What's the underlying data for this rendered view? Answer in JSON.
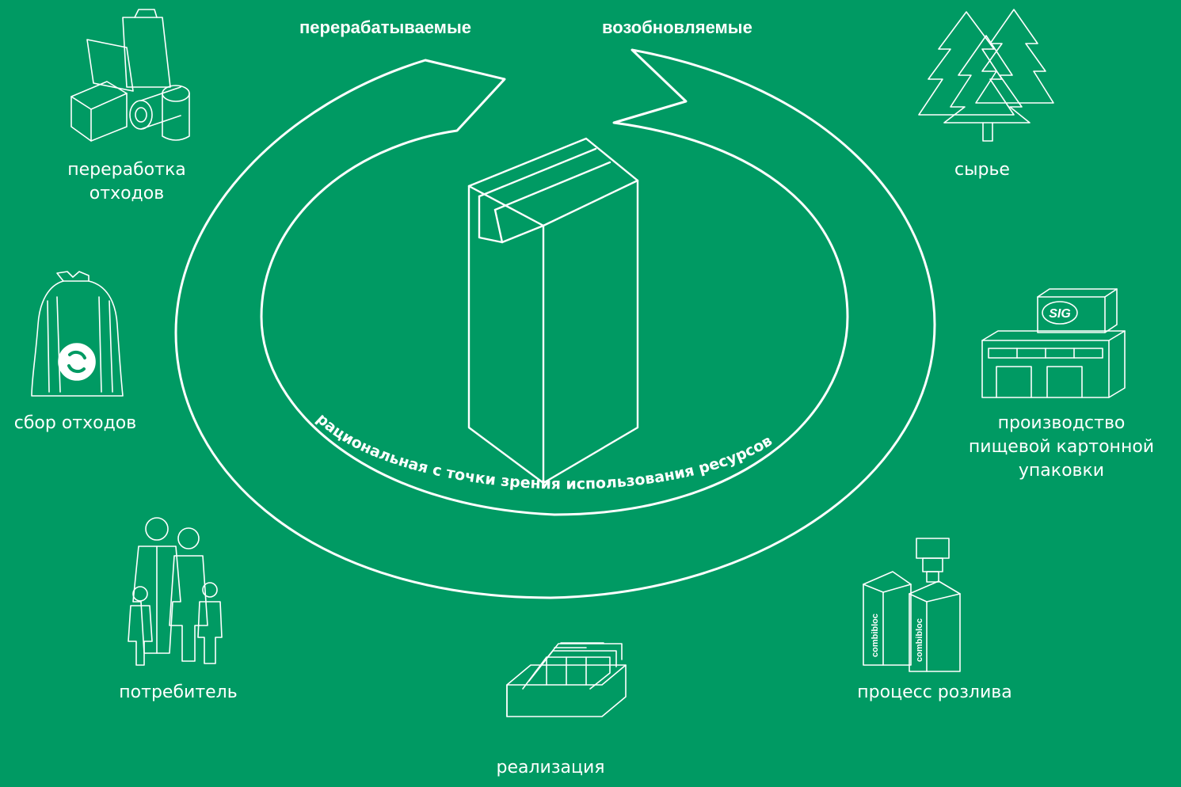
{
  "header": {
    "recyclable": "перерабатываемые",
    "renewable": "возобновляемые"
  },
  "center": {
    "arc_text": "рациональная с точки зрения использования ресурсов"
  },
  "stages": {
    "waste_recycling": [
      "переработка",
      "отходов"
    ],
    "raw_materials": [
      "сырье"
    ],
    "waste_collection": [
      "сбор отходов"
    ],
    "carton_production": [
      "производство",
      "пищевой картонной",
      "упаковки"
    ],
    "consumer": [
      "потребитель"
    ],
    "filling_process": [
      "процесс розлива"
    ],
    "retail": [
      "реализация"
    ]
  },
  "logos": {
    "factory_sign": "SIG",
    "carton_brand": "combibloc"
  },
  "colors": {
    "background": "#009A63",
    "line": "#ffffff"
  }
}
